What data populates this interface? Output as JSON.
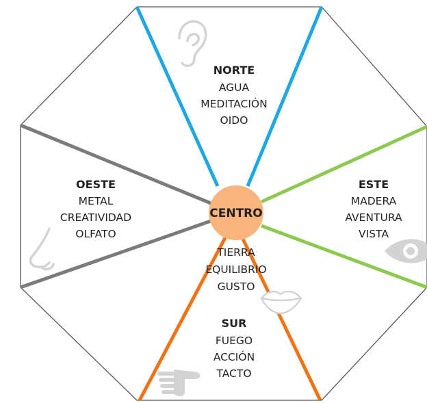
{
  "diagram": {
    "norte": {
      "title": "NORTE",
      "lines": [
        "AGUA",
        "MEDITACIÓN",
        "OIDO"
      ],
      "color": "#1ea8e3",
      "icon": "ear-icon"
    },
    "este": {
      "title": "ESTE",
      "lines": [
        "MADERA",
        "AVENTURA",
        "VISTA"
      ],
      "color": "#8cc94f",
      "icon": "eye-icon"
    },
    "sur": {
      "title": "SUR",
      "lines": [
        "FUEGO",
        "ACCIÓN",
        "TACTO"
      ],
      "color": "#f27214",
      "icon": "hand-icon"
    },
    "oeste": {
      "title": "OESTE",
      "lines": [
        "METAL",
        "CREATIVIDAD",
        "OLFATO"
      ],
      "color": "#7b7b7b",
      "icon": "nose-icon"
    },
    "centro": {
      "title": "CENTRO",
      "lines": [
        "TIERRA",
        "EQUILIBRIO",
        "GUSTO"
      ],
      "color": "#f8b47a",
      "icon": "lips-icon"
    },
    "outline_color": "#555555",
    "icon_color": "#d3d3d3"
  }
}
